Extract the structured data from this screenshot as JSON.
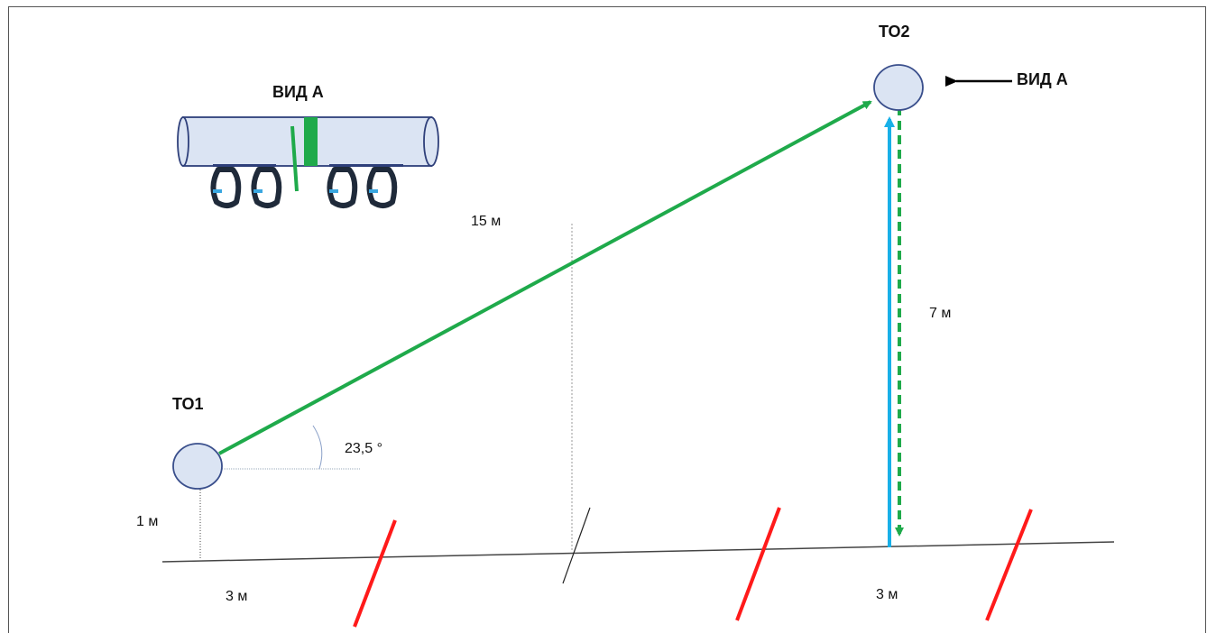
{
  "diagram": {
    "to1_label": "ТО1",
    "to2_label": "ТО2",
    "view_label_top": "ВИД А",
    "view_label_right": "ВИД А",
    "span_label": "15 м",
    "angle_label": "23,5 °",
    "height_left_label": "1 м",
    "height_right_label": "7 м",
    "ground_left_label": "3 м",
    "ground_right_label": "3 м"
  },
  "colors": {
    "rope": "#1faa4b",
    "blue_line": "#18b0e8",
    "anchor_fill": "#dbe4f3",
    "anchor_stroke": "#3a4f8c",
    "marker": "#ff1a1a",
    "carabiner": "#1f2a3a"
  },
  "icons": [
    "pipe-icon",
    "carabiner-icon",
    "arrow-left-icon"
  ]
}
